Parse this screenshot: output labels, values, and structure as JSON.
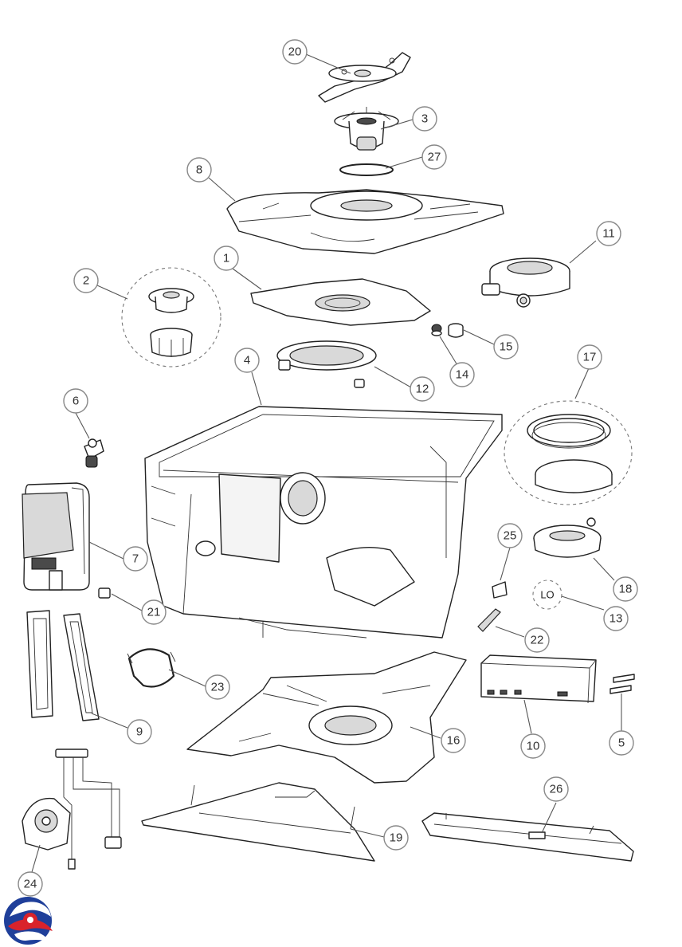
{
  "diagram": {
    "title": "Exploded parts diagram",
    "accent_blue": "#1f3f9a",
    "accent_red": "#d9232b",
    "part_13_code": "LO",
    "callouts": [
      "1",
      "2",
      "3",
      "4",
      "5",
      "6",
      "7",
      "8",
      "9",
      "10",
      "11",
      "12",
      "13",
      "14",
      "15",
      "16",
      "17",
      "18",
      "19",
      "20",
      "21",
      "22",
      "23",
      "24",
      "25",
      "26",
      "27"
    ]
  }
}
